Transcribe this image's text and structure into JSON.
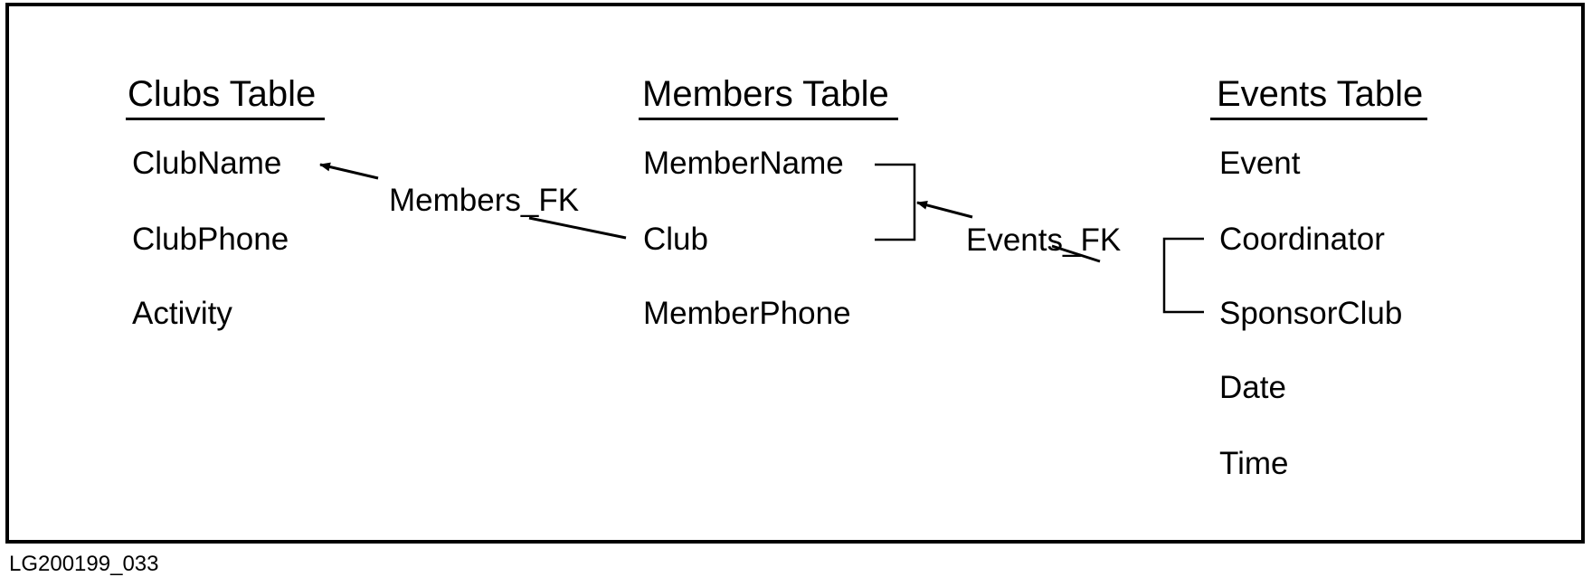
{
  "tables": [
    {
      "title": "Clubs Table",
      "columns": [
        "ClubName",
        "ClubPhone",
        "Activity"
      ]
    },
    {
      "title": "Members Table",
      "columns": [
        "MemberName",
        "Club",
        "MemberPhone"
      ]
    },
    {
      "title": "Events Table",
      "columns": [
        "Event",
        "Coordinator",
        "SponsorClub",
        "Date",
        "Time"
      ]
    }
  ],
  "relationships": [
    {
      "label": "Members_FK",
      "from": "Members Table.Club",
      "to": "Clubs Table.ClubName"
    },
    {
      "label": "Events_FK",
      "from": "Events Table.Coordinator, SponsorClub",
      "to": "Members Table.MemberName, Club"
    }
  ],
  "figure_id": "LG200199_033"
}
